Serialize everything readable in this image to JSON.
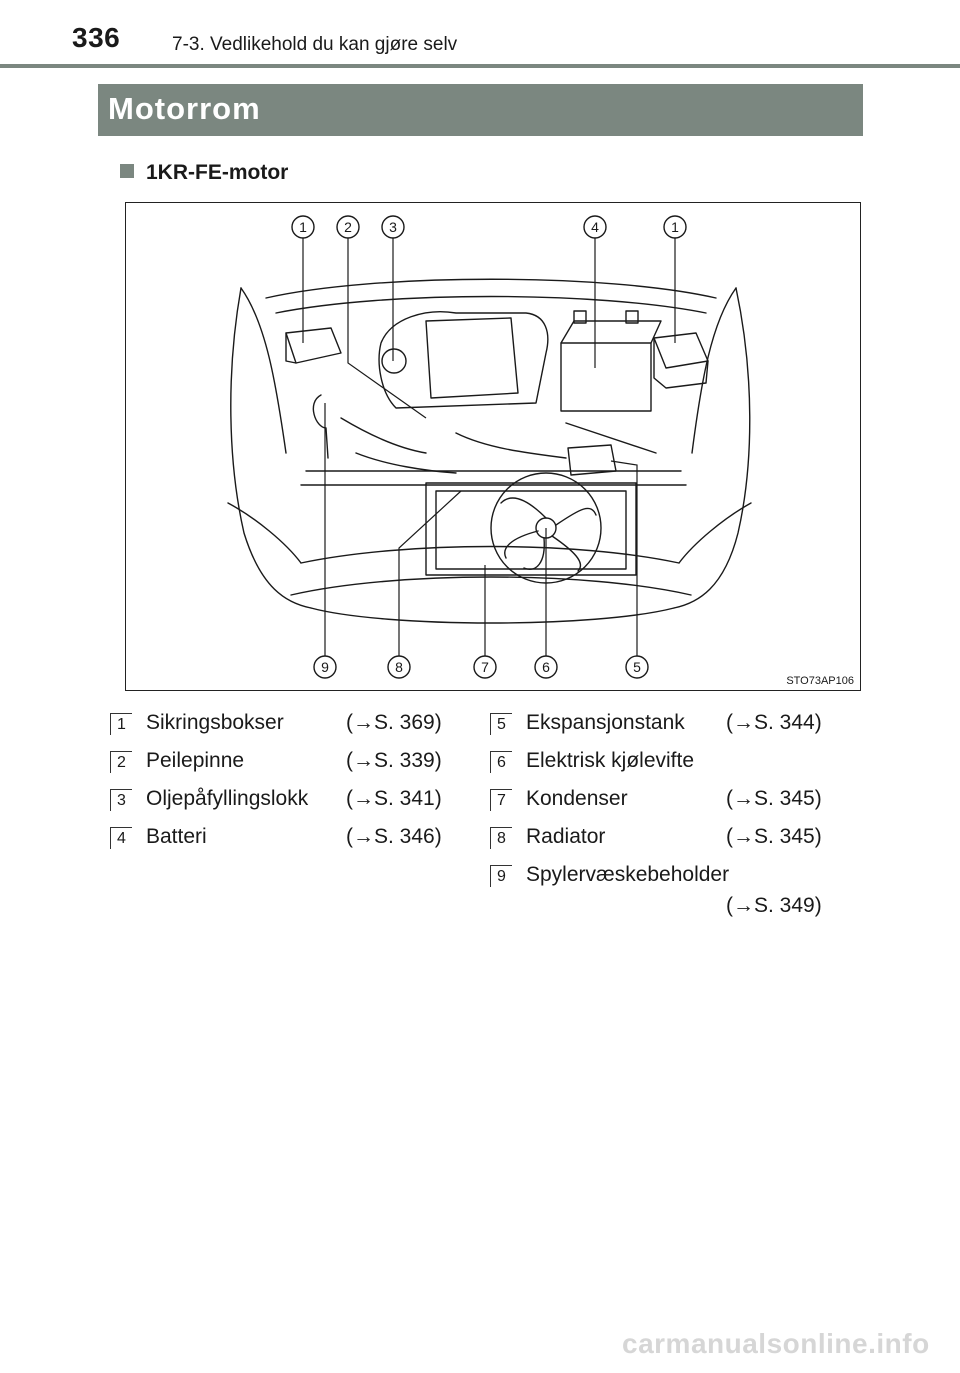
{
  "header": {
    "page_number": "336",
    "chapter": "7-3. Vedlikehold du kan gjøre selv"
  },
  "section": {
    "title": "Motorrom"
  },
  "subsection": {
    "title": "1KR-FE-motor"
  },
  "figure": {
    "code": "STO73AP106",
    "top_callouts": [
      "1",
      "2",
      "3",
      "4",
      "1"
    ],
    "bottom_callouts": [
      "9",
      "8",
      "7",
      "6",
      "5"
    ]
  },
  "legend": {
    "left": [
      {
        "num": "1",
        "label": "Sikringsbokser",
        "ref": "(→S. 369)"
      },
      {
        "num": "2",
        "label": "Peilepinne",
        "ref": "(→S. 339)"
      },
      {
        "num": "3",
        "label": "Oljepåfyllingslokk",
        "ref": "(→S. 341)"
      },
      {
        "num": "4",
        "label": "Batteri",
        "ref": "(→S. 346)"
      }
    ],
    "right": [
      {
        "num": "5",
        "label": "Ekspansjonstank",
        "ref": "(→S. 344)"
      },
      {
        "num": "6",
        "label": "Elektrisk kjølevifte",
        "ref": ""
      },
      {
        "num": "7",
        "label": "Kondenser",
        "ref": "(→S. 345)"
      },
      {
        "num": "8",
        "label": "Radiator",
        "ref": "(→S. 345)"
      },
      {
        "num": "9",
        "label": "Spylervæskebeholder",
        "ref": "(→S. 349)"
      }
    ]
  },
  "watermark": "carmanualsonline.info"
}
